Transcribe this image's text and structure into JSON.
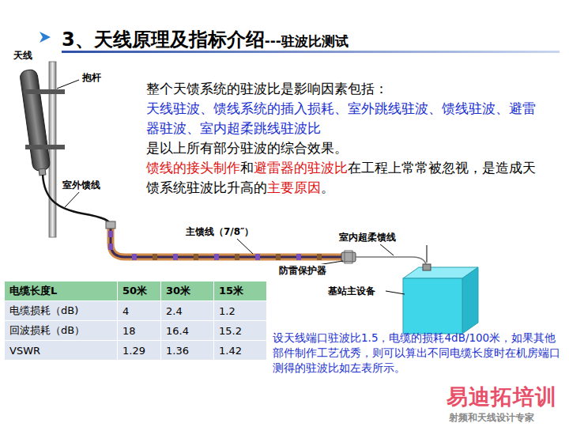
{
  "diagram": {
    "title": "3、天线原理及指标介绍",
    "labels": [
      "---驻波比测试",
      "天线",
      "抱杆",
      "室外馈线",
      "整个天馈系统的驻波比是影响因素包括：",
      "天线驻波、馈线系统的插入损耗、室外跳线驻波、馈线驻波、避雷器驻波、室内超柔跳线驻波比",
      "是以上所有部分驻波的综合效果。",
      "馈线的接头制作",
      "和",
      "避雷器的驻波比",
      "在工程上常常被忽视，是造成天馈系统驻波比升高的",
      "主要原因",
      "。",
      "主馈线（7/8″）",
      "室内超柔馈线",
      "防雷保护器",
      "基站主设备",
      "电缆长度L",
      "50米",
      "30米",
      "15米",
      "电缆损耗（dB)",
      "4",
      "2.4",
      "1.2",
      "回波损耗（dB）",
      "18",
      "16.4",
      "15.2",
      "VSWR",
      "1.29",
      "1.36",
      "1.42",
      "设天线端口驻波比1.5，电缆的损耗4dB/100米，如果其他部件制作工艺优秀，则可以算出不同电缆长度时在机房端口测得的驻波比如左表所示。",
      "易迪拓培训",
      "射频和天线设计专家"
    ]
  }
}
